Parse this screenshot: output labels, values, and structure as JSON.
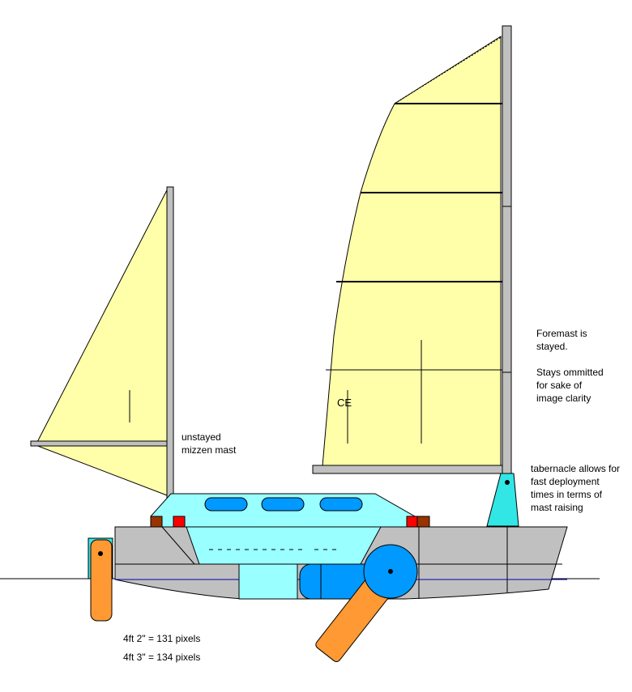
{
  "labels": {
    "foremast_stayed": "Foremast is\nstayed.",
    "stays_omitted": "Stays ommitted\nfor sake of\nimage clarity",
    "unstayed_mizzen": "unstayed\nmizzen mast",
    "tabernacle": "tabernacle allows for\nfast deployment\ntimes in terms of\nmast raising",
    "ce_mark": "CE",
    "scale_1": "4ft 2\" = 131 pixels",
    "scale_2": "4ft 3\" = 134 pixels"
  },
  "colors": {
    "sail": "#ffffaa",
    "mast": "#c0c0c0",
    "hull": "#c0c0c0",
    "cabin": "#99ffff",
    "window": "#0099ff",
    "rudder": "#ff9933",
    "chock_red": "#ff0000",
    "chock_brown": "#993300",
    "tabernacle": "#33e6e6",
    "waterline": "#0000aa"
  }
}
